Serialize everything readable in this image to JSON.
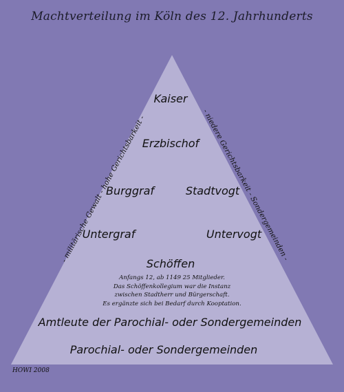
{
  "title": "Machtverteilung im Köln des 12.  Jahrhunderts",
  "levels": {
    "kaiser": "Kaiser",
    "erzbischof": "Erzbischof",
    "burggraf": "Burggraf",
    "stadtvogt": "Stadtvogt",
    "untergraf": "Untergraf",
    "untervogt": "Untervogt",
    "schoeffen": "Schöffen",
    "amtleute": "Amtleute der Parochial- oder Sondergemeinden",
    "gemeinden": "Parochial- oder Sondergemeinden"
  },
  "schoeffen_note": [
    "Anfangs 12, ab 1149 25 Mitglieder.",
    "Das Schöffenkollegium war die Instanz",
    "zwischen Stadtherr und Bürgerschaft.",
    "Es ergänzte sich bei Bedarf durch Kooptation."
  ],
  "side_left": "- militärische Gewalt - hohe Gerichtsbarkeit -",
  "side_right": "- niedere Gerichtsbarkeit - Sondergemeinden -",
  "credit": "HOWI 2008",
  "colors": {
    "background": "#8179b3",
    "pyramid_fill": "#b6b1d4"
  }
}
